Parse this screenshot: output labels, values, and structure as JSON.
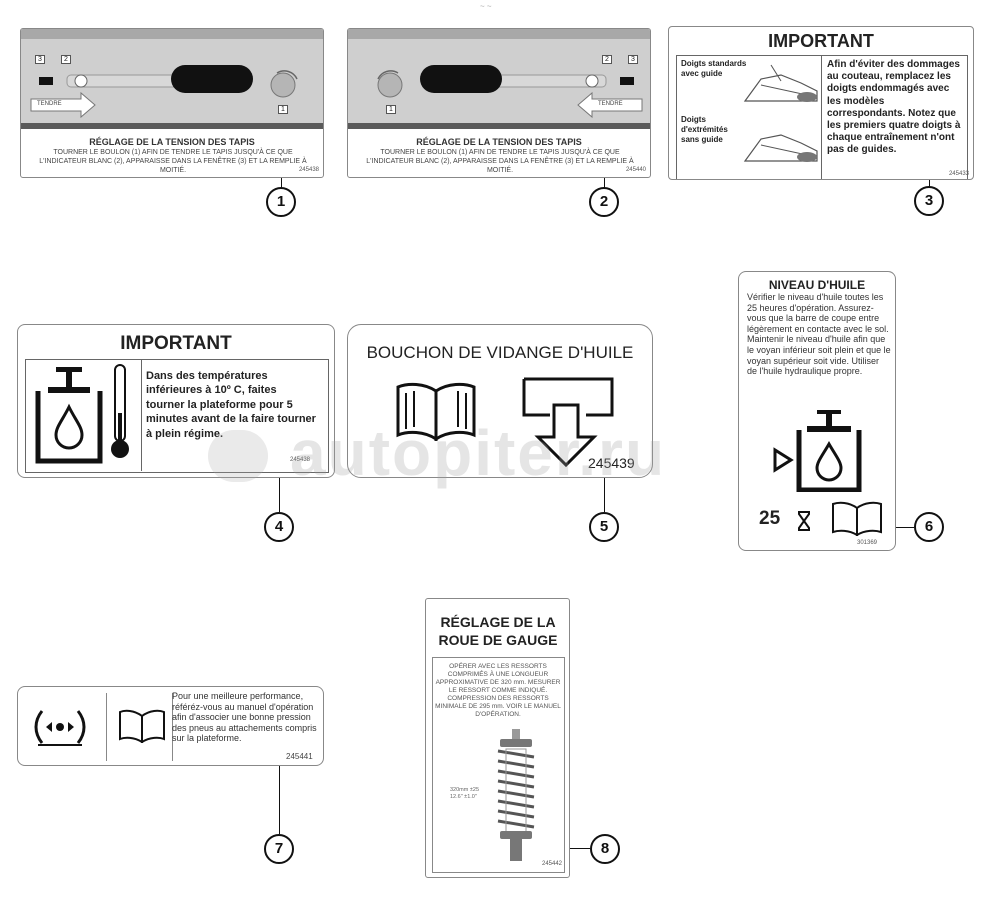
{
  "header_mark": "~ ~",
  "decal1": {
    "left_labels": [
      "3",
      "2"
    ],
    "bolt_label": "1",
    "arrow_label": "TENDRE",
    "title": "RÉGLAGE DE LA TENSION DES TAPIS",
    "body": "TOURNER LE BOULON (1) AFIN DE TENDRE LE TAPIS JUSQU'À CE QUE L'INDICATEUR BLANC (2), APPARAISSE DANS LA FENÊTRE (3) ET LA REMPLIE À MOITIÉ.",
    "part_number": "245438"
  },
  "decal2": {
    "bolt_label": "1",
    "right_labels": [
      "2",
      "3"
    ],
    "arrow_label": "TENDRE",
    "title": "RÉGLAGE DE LA TENSION DES TAPIS",
    "body": "TOURNER LE BOULON (1) AFIN DE TENDRE LE TAPIS JUSQU'À CE QUE L'INDICATEUR BLANC (2), APPARAISSE DANS LA FENÊTRE (3) ET LA REMPLIE À MOITIÉ.",
    "part_number": "245440"
  },
  "decal3": {
    "title": "IMPORTANT",
    "label_standard": "Doigts standards avec guide",
    "label_ends": "Doigts d'extrémités sans guide",
    "text": "Afin d'éviter des dommages au couteau, remplacez les doigts endommagés avec les modèles correspondants. Notez que les premiers quatre doigts à chaque entraînement n'ont pas de guides.",
    "part_number": "245433"
  },
  "decal4": {
    "title": "IMPORTANT",
    "text": "Dans des températures inférieures à 10º C, faites tourner la plateforme pour 5 minutes avant de la faire tourner à plein régime.",
    "part_number": "245438"
  },
  "decal5": {
    "title": "BOUCHON DE VIDANGE D'HUILE",
    "part_number": "245439"
  },
  "decal6": {
    "title": "NIVEAU D'HUILE",
    "text": "Vérifier le niveau d'huile toutes les 25 heures d'opération. Assurez-vous que la barre de coupe entre légèrement en contacte avec le sol. Maintenir le niveau d'huile afin que le voyan inférieur soit plein et que le voyan supérieur soit vide. Utiliser de l'huile hydraulique propre.",
    "hours": "25",
    "part_number": "301369"
  },
  "decal7": {
    "text": "Pour une meilleure performance, référéz-vous au manuel d'opération afin d'associer une bonne pression des pneus au attachements compris sur la plateforme.",
    "part_number": "245441"
  },
  "decal8": {
    "title": "RÉGLAGE DE LA ROUE DE GAUGE",
    "text": "OPÉRER AVEC LES RESSORTS COMPRIMÉS À UNE LONGUEUR APPROXIMATIVE DE 320 mm. MESURER LE RESSORT COMME INDIQUÉ. COMPRESSION DES RESSORTS MINIMALE DE 295 mm. VOIR LE MANUEL D'OPÉRATION.",
    "spring_label": "320mm ±25\n12.6\" ±1.0\"",
    "part_number": "245442"
  },
  "callouts": [
    "1",
    "2",
    "3",
    "4",
    "5",
    "6",
    "7",
    "8"
  ],
  "watermark": "autopiter.ru"
}
